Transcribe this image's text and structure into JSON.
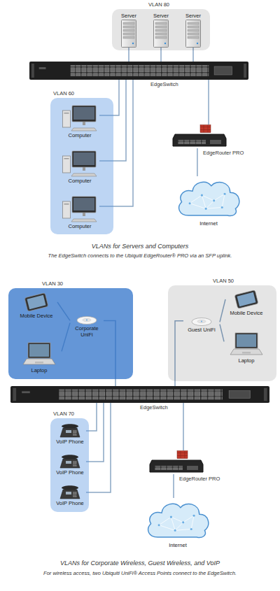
{
  "diagram": {
    "nodes": [
      {
        "text": [
          "VLAN 80"
        ]
      },
      {
        "text": [
          "Server"
        ],
        "in": 0
      },
      {
        "text": [
          "Server"
        ],
        "in": 0
      },
      {
        "text": [
          "Server"
        ],
        "in": 0
      },
      {
        "text": [
          "EdgeSwitch"
        ]
      },
      {
        "text": [
          "VLAN 60"
        ]
      },
      {
        "text": [
          "Computer"
        ],
        "in": 5
      },
      {
        "text": [
          "Computer"
        ],
        "in": 5
      },
      {
        "text": [
          "Computer"
        ],
        "in": 5
      },
      {
        "text": [
          "EdgeRouter PRO"
        ]
      },
      {
        "text": [
          "Internet"
        ]
      },
      {
        "text": [
          "VLAN 30"
        ]
      },
      {
        "text": [
          "Mobile Device"
        ],
        "in": 11
      },
      {
        "text": [
          "Corporate UniFi"
        ],
        "in": 11
      },
      {
        "text": [
          "Laptop"
        ],
        "in": 11
      },
      {
        "text": [
          "VLAN 50"
        ]
      },
      {
        "text": [
          "Mobile Device"
        ],
        "in": 15
      },
      {
        "text": [
          "Guest UniFi"
        ],
        "in": 15
      },
      {
        "text": [
          "Laptop"
        ],
        "in": 15
      },
      {
        "text": [
          "EdgeSwitch"
        ]
      },
      {
        "text": [
          "VLAN 70"
        ]
      },
      {
        "text": [
          "VoIP Phone"
        ],
        "in": 20
      },
      {
        "text": [
          "VoIP Phone"
        ],
        "in": 20
      },
      {
        "text": [
          "VoIP Phone"
        ],
        "in": 20
      },
      {
        "text": [
          "EdgeRouter PRO"
        ]
      },
      {
        "text": [
          "Internet"
        ]
      }
    ],
    "edges": [
      {
        "from": 1,
        "to": 4,
        "arrow": "none"
      },
      {
        "from": 2,
        "to": 4,
        "arrow": "none"
      },
      {
        "from": 3,
        "to": 4,
        "arrow": "none"
      },
      {
        "from": 6,
        "to": 4,
        "arrow": "none"
      },
      {
        "from": 7,
        "to": 4,
        "arrow": "none"
      },
      {
        "from": 8,
        "to": 4,
        "arrow": "none"
      },
      {
        "from": 4,
        "to": 9,
        "arrow": "none"
      },
      {
        "from": 9,
        "to": 10,
        "arrow": "none"
      },
      {
        "from": 12,
        "to": 13,
        "arrow": "none"
      },
      {
        "from": 14,
        "to": 13,
        "arrow": "none"
      },
      {
        "from": 13,
        "to": 19,
        "arrow": "none"
      },
      {
        "from": 16,
        "to": 17,
        "arrow": "none"
      },
      {
        "from": 18,
        "to": 17,
        "arrow": "none"
      },
      {
        "from": 17,
        "to": 19,
        "arrow": "none"
      },
      {
        "from": 21,
        "to": 19,
        "arrow": "none"
      },
      {
        "from": 22,
        "to": 19,
        "arrow": "none"
      },
      {
        "from": 23,
        "to": 19,
        "arrow": "none"
      },
      {
        "from": 19,
        "to": 24,
        "arrow": "none"
      },
      {
        "from": 24,
        "to": 25,
        "arrow": "none"
      }
    ],
    "labels": [
      "VLANs for Servers and Computers",
      "The EdgeSwitch connects to the Ubiquiti EdgeRouter® PRO via an SFP uplink.",
      "VLANs for Corporate Wireless, Guest Wireless, and VoIP",
      "For wireless access, two Ubiquiti UniFi® Access Points connect to the EdgeSwitch."
    ]
  }
}
